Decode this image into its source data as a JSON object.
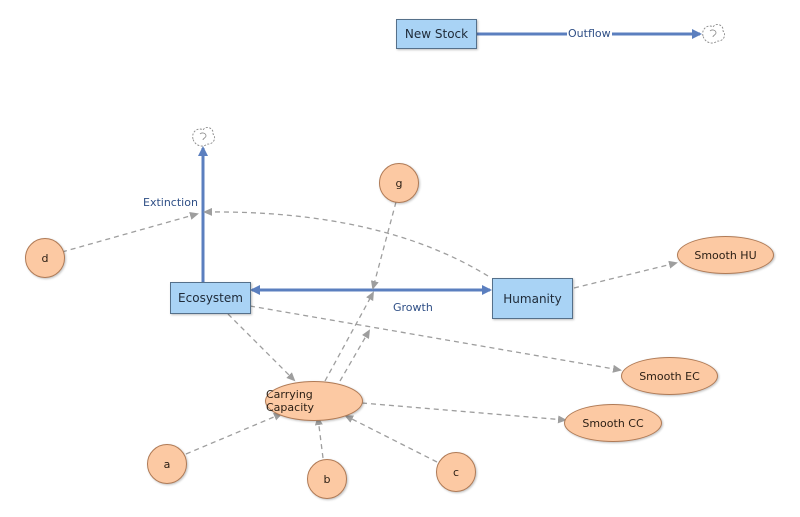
{
  "stocks": {
    "new_stock": "New Stock",
    "ecosystem": "Ecosystem",
    "humanity": "Humanity"
  },
  "flows": {
    "outflow": "Outflow",
    "extinction": "Extinction",
    "growth": "Growth"
  },
  "variables": {
    "g": "g",
    "d": "d",
    "a": "a",
    "b": "b",
    "c": "c",
    "carrying_capacity": "Carrying Capacity",
    "smooth_hu": "Smooth HU",
    "smooth_ec": "Smooth EC",
    "smooth_cc": "Smooth CC"
  },
  "colors": {
    "stock_fill": "#a9d3f5",
    "variable_fill": "#fcc9a3",
    "flow_arrow": "#5b7fbf",
    "link_arrow": "#9e9e9e"
  }
}
